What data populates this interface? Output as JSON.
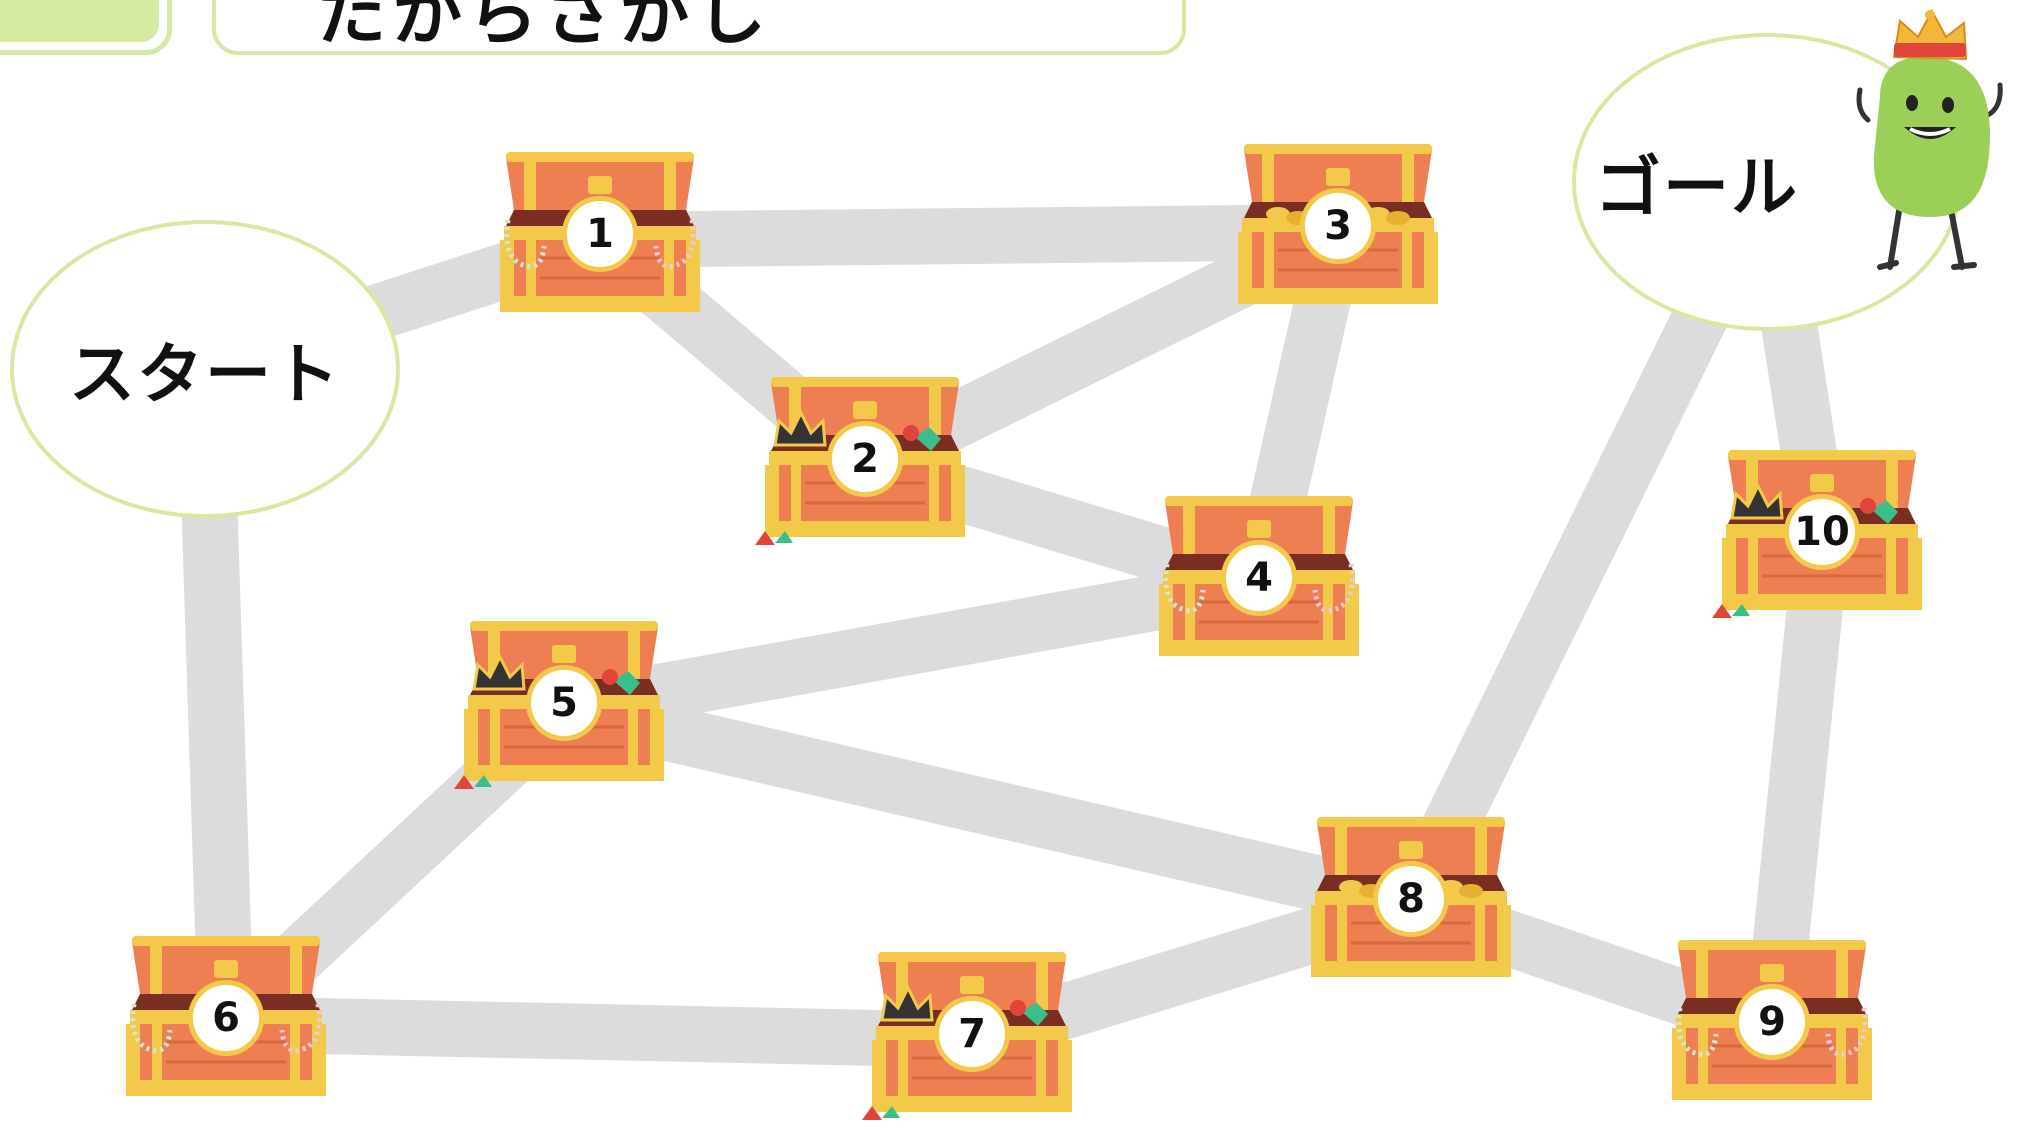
{
  "header": {
    "title": "たからさがし"
  },
  "start": {
    "label": "スタート"
  },
  "goal": {
    "label": "ゴール"
  },
  "chests": [
    {
      "id": 1,
      "label": "1",
      "loot": "pearls"
    },
    {
      "id": 2,
      "label": "2",
      "loot": "crown"
    },
    {
      "id": 3,
      "label": "3",
      "loot": "coins"
    },
    {
      "id": 4,
      "label": "4",
      "loot": "pearls"
    },
    {
      "id": 5,
      "label": "5",
      "loot": "crown"
    },
    {
      "id": 6,
      "label": "6",
      "loot": "pearls"
    },
    {
      "id": 7,
      "label": "7",
      "loot": "crown"
    },
    {
      "id": 8,
      "label": "8",
      "loot": "coins"
    },
    {
      "id": 9,
      "label": "9",
      "loot": "pearls"
    },
    {
      "id": 10,
      "label": "10",
      "loot": "crown"
    }
  ],
  "paths": [
    [
      "start",
      "1"
    ],
    [
      "1",
      "3"
    ],
    [
      "1",
      "2"
    ],
    [
      "2",
      "3"
    ],
    [
      "2",
      "4"
    ],
    [
      "3",
      "4"
    ],
    [
      "4",
      "5"
    ],
    [
      "5",
      "8"
    ],
    [
      "5",
      "6"
    ],
    [
      "start",
      "6"
    ],
    [
      "6",
      "7"
    ],
    [
      "7",
      "8"
    ],
    [
      "8",
      "goal"
    ],
    [
      "8",
      "9"
    ],
    [
      "9",
      "10"
    ],
    [
      "10",
      "goal"
    ]
  ],
  "colors": {
    "path": "#dcdcdc",
    "bubble_border": "#d6e9a0",
    "chest_body": "#ee7f52",
    "chest_trim": "#f3c949",
    "mascot": "#9ccf58"
  }
}
